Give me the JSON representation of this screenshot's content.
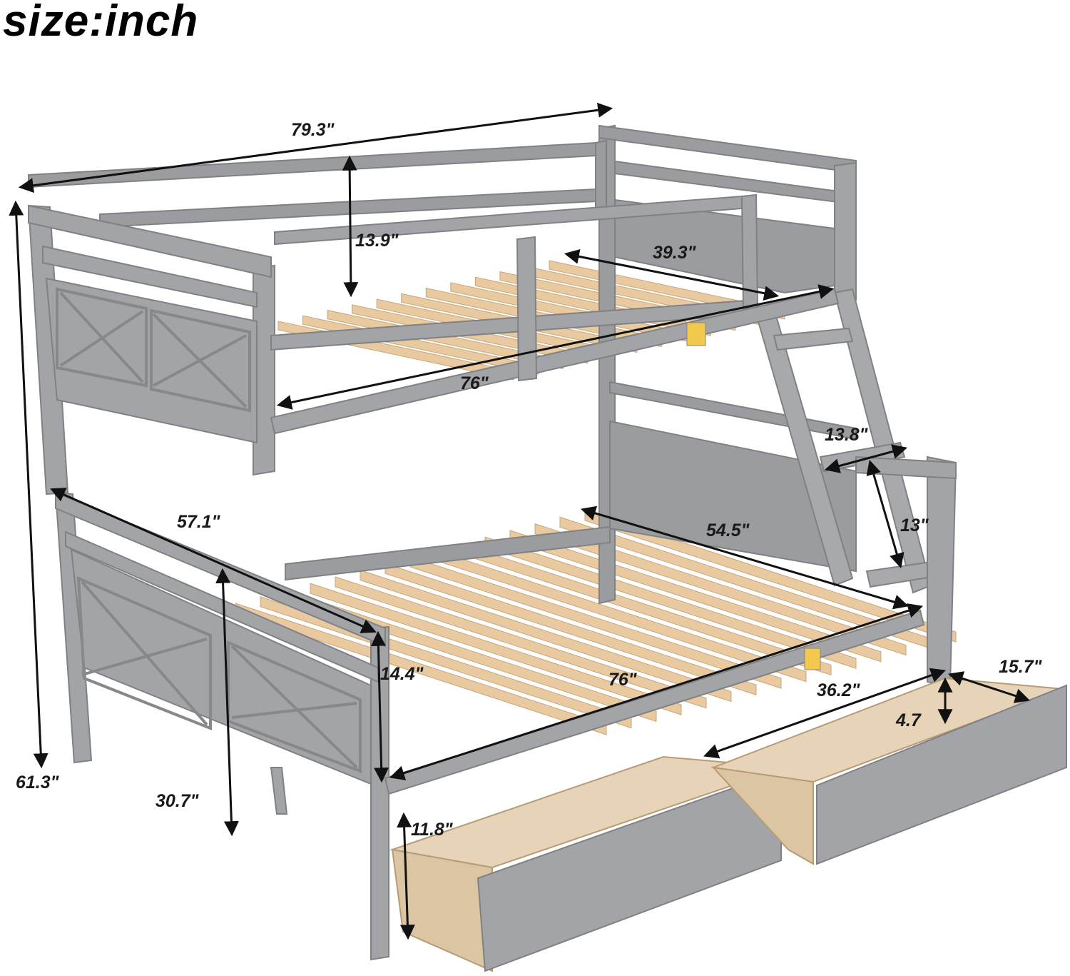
{
  "title": "size:inch",
  "dimensions": {
    "overall_length": "79.3\"",
    "overall_height": "61.3\"",
    "top_guardrail_height": "13.9\"",
    "top_bunk_width": "39.3\"",
    "top_bunk_length": "76\"",
    "ladder_step_width": "13.8\"",
    "ladder_step_spacing": "13\"",
    "bottom_bunk_depth": "57.1\"",
    "bottom_bunk_width": "54.5\"",
    "bottom_guardrail_height": "14.4\"",
    "bottom_bunk_length": "76\"",
    "bottom_clearance": "30.7\"",
    "drawer_length": "36.2\"",
    "drawer_width": "15.7\"",
    "drawer_depth": "4.7",
    "drawer_clearance": "11.8\""
  },
  "colors": {
    "frame": "#9a9c9f",
    "frame_dark": "#7f8184",
    "frame_light": "#b4b6b8",
    "slat": "#e8c9a0",
    "drawer_wood": "#e7d4b8",
    "arrow": "#111111",
    "label": "#f2c94c"
  }
}
